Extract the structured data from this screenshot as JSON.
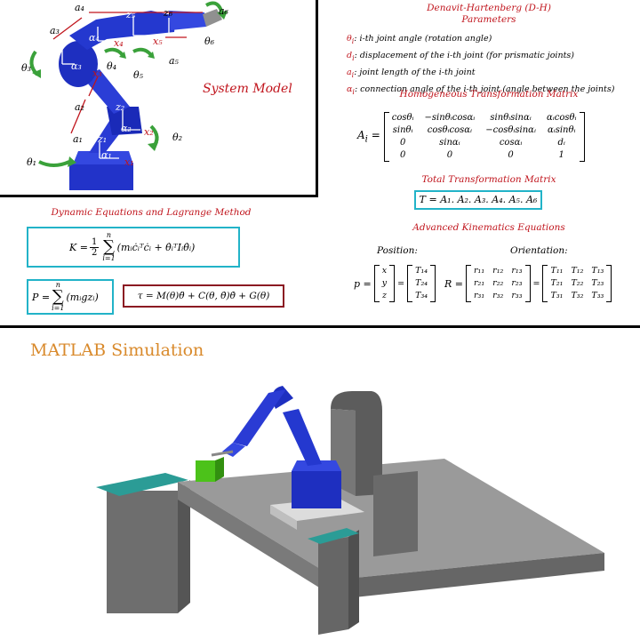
{
  "colors": {
    "heading_red": "#c0141c",
    "box_cyan": "#22b3c8",
    "box_red": "#8b1a22",
    "robot_blue": "#1d2fc8",
    "rotation_green": "#3aa13a",
    "panel_border": "#000000",
    "sim_title": "#d98a2c",
    "rail_gray": "#9a9a9a",
    "pad_teal": "#2b9c96",
    "tool_green": "#4cc21a"
  },
  "system_model": {
    "label": "System Model",
    "joint_labels": [
      "a₄",
      "z₅",
      "z₆",
      "a₆",
      "a₃",
      "α₄",
      "x₄",
      "θ₆",
      "θ₃",
      "z₃",
      "α₃",
      "x₃",
      "θ₄",
      "θ₅",
      "x₅",
      "a₅",
      "a₂",
      "z₂",
      "α₂",
      "x₂",
      "θ₂",
      "a₁",
      "z₁",
      "θ₁",
      "α₁",
      "x₁"
    ]
  },
  "dh": {
    "title_line1": "Denavit-Hartenberg (D-H)",
    "title_line2": "Parameters",
    "definitions": [
      {
        "sym": "θ",
        "sub": "i",
        "text": ": i-th joint angle (rotation angle)"
      },
      {
        "sym": "d",
        "sub": "i",
        "text": ": displacement of the i-th joint (for prismatic joints)"
      },
      {
        "sym": "a",
        "sub": "i",
        "text": ": joint length of the i-th joint"
      },
      {
        "sym": "α",
        "sub": "i",
        "text": ": connection angle of the i-th joint (angle between the joints)"
      }
    ]
  },
  "homogeneous": {
    "title": "Homogeneous Transformation Matrix",
    "lhs": "A",
    "lhs_sub": "i",
    "rows": [
      [
        "cosθᵢ",
        "−sinθᵢcosαᵢ",
        "sinθᵢsinαᵢ",
        "αᵢcosθᵢ"
      ],
      [
        "sinθᵢ",
        "cosθᵢcosαᵢ",
        "−cosθᵢsinαᵢ",
        "αᵢsinθᵢ"
      ],
      [
        "0",
        "sinαᵢ",
        "cosαᵢ",
        "dᵢ"
      ],
      [
        "0",
        "0",
        "0",
        "1"
      ]
    ]
  },
  "total": {
    "title": "Total Transformation Matrix",
    "equation": "T = A₁. A₂. A₃. A₄. A₅. A₆"
  },
  "advanced": {
    "title": "Advanced Kinematics Equations",
    "position_label": "Position:",
    "orientation_label": "Orientation:",
    "p_vec": [
      "x",
      "y",
      "z"
    ],
    "p_rhs": [
      "T₁₄",
      "T₂₄",
      "T₃₄"
    ],
    "r_rows": [
      [
        "r₁₁",
        "r₁₂",
        "r₁₃"
      ],
      [
        "r₂₁",
        "r₂₂",
        "r₂₃"
      ],
      [
        "r₃₁",
        "r₃₂",
        "r₃₃"
      ]
    ],
    "t_rows": [
      [
        "T₁₁",
        "T₁₂",
        "T₁₃"
      ],
      [
        "T₂₁",
        "T₂₂",
        "T₂₃"
      ],
      [
        "T₃₁",
        "T₃₂",
        "T₃₃"
      ]
    ],
    "p_lhs": "p =",
    "r_lhs": "R ="
  },
  "dynamics": {
    "title": "Dynamic Equations and Lagrange Method",
    "kinetic_lhs": "K =",
    "kinetic_frac": "1",
    "kinetic_den": "2",
    "sum_top": "n",
    "sum_bot": "i=1",
    "kinetic_body": "(mᵢċᵢᵀċᵢ + θ̇ᵢᵀIᵢθ̇ᵢ)",
    "potential": "P =",
    "potential_body": "(mᵢgzᵢ)",
    "torque": "τ = M(θ)θ̈ + C(θ, θ̇)θ̇ + G(θ)"
  },
  "simulation": {
    "title": "MATLAB Simulation"
  }
}
